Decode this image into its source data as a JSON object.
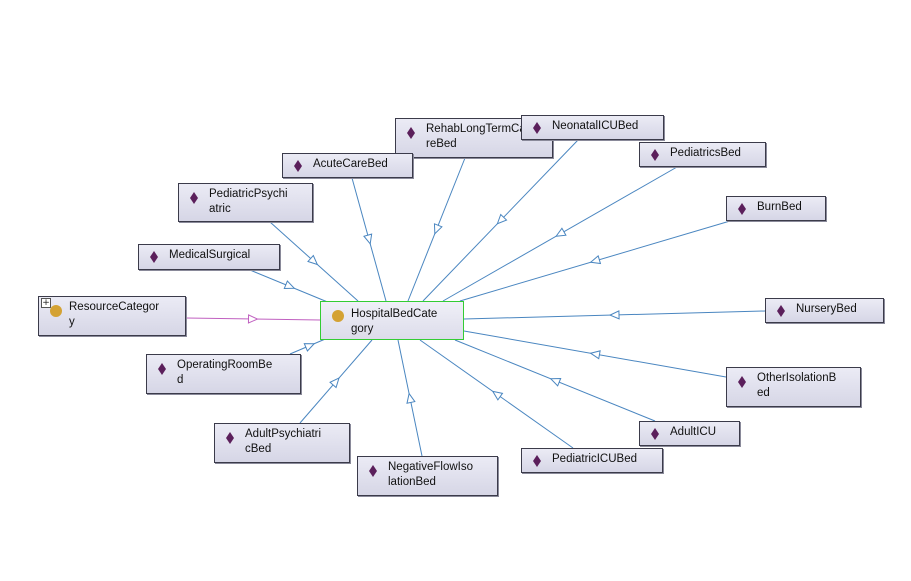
{
  "center": {
    "label": "HospitalBedCate\ngory",
    "icon": "class-circle-icon"
  },
  "parent": {
    "label": "ResourceCategor\ny",
    "icon": "class-circle-icon",
    "expand_glyph": "+"
  },
  "instances": [
    {
      "id": "rehab",
      "label": "RehabLongTermCa\nreBed"
    },
    {
      "id": "neonatal",
      "label": "NeonatalICUBed"
    },
    {
      "id": "acute",
      "label": "AcuteCareBed"
    },
    {
      "id": "pediatrics",
      "label": "PediatricsBed"
    },
    {
      "id": "pedpsych",
      "label": "PediatricPsychi\natric"
    },
    {
      "id": "burn",
      "label": "BurnBed"
    },
    {
      "id": "medsurg",
      "label": "MedicalSurgical"
    },
    {
      "id": "nursery",
      "label": "NurseryBed"
    },
    {
      "id": "opbed",
      "label": "OperatingRoomBe\nd"
    },
    {
      "id": "otheriso",
      "label": "OtherIsolationB\ned"
    },
    {
      "id": "adultpsych",
      "label": "AdultPsychiatri\ncBed"
    },
    {
      "id": "adulticu",
      "label": "AdultICU"
    },
    {
      "id": "negflow",
      "label": "NegativeFlowIso\nlationBed"
    },
    {
      "id": "pedicu",
      "label": "PediatricICUBed"
    }
  ],
  "colors": {
    "instance_edge": "#4a86c0",
    "subclass_edge": "#c060c0",
    "focus_border": "#33cc33",
    "instance_icon": "#5b1f5b",
    "class_icon": "#d4a233"
  }
}
